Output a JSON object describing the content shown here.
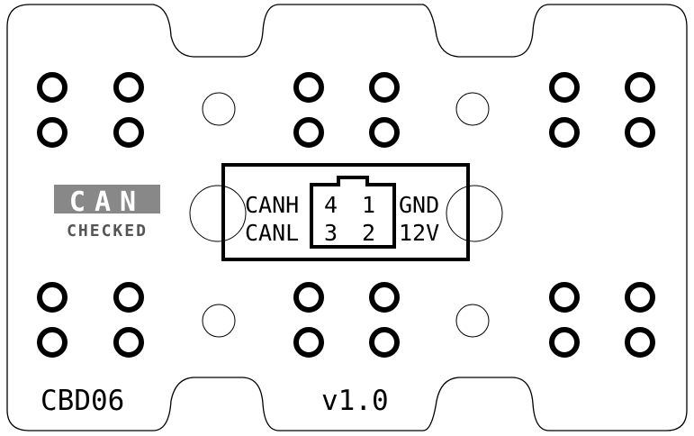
{
  "board": {
    "name": "CBD06",
    "version": "v1.0",
    "logo": {
      "top": "CAN",
      "bottom": "CHECKED"
    }
  },
  "connector": {
    "left_labels": [
      "CANH",
      "CANL"
    ],
    "pin_numbers": {
      "top_left": "4",
      "top_right": "1",
      "bottom_left": "3",
      "bottom_right": "2"
    },
    "right_labels": [
      "GND",
      "12V"
    ]
  },
  "colors": {
    "ink": "#000000",
    "background": "#ffffff"
  }
}
